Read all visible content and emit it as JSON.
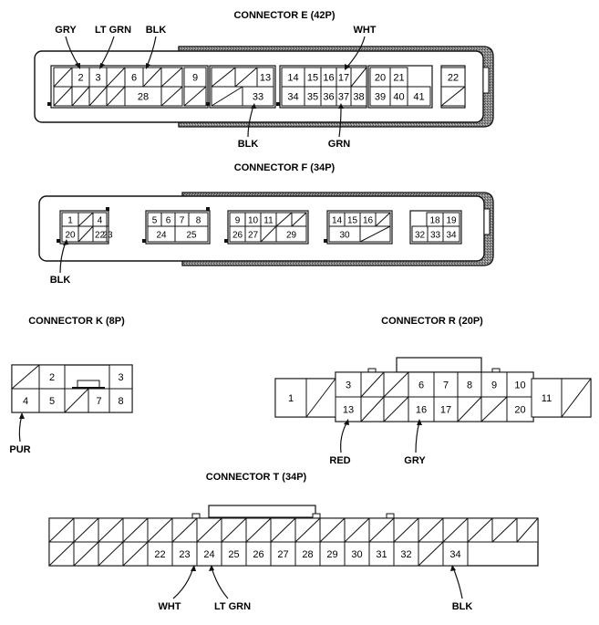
{
  "connectors": [
    {
      "id": "E",
      "title": "CONNECTOR E (42P)",
      "labels": [
        "GRY",
        "LT GRN",
        "BLK",
        "WHT",
        "BLK",
        "GRN"
      ],
      "cells": [
        "",
        "2",
        "3",
        "",
        "6",
        "",
        "",
        "9",
        "",
        "",
        "13",
        "14",
        "15",
        "16",
        "17",
        "",
        "20",
        "21",
        "22",
        "",
        "",
        "",
        "",
        "28",
        "",
        "",
        "",
        "33",
        "34",
        "35",
        "36",
        "37",
        "38",
        "39",
        "40",
        "41",
        ""
      ]
    },
    {
      "id": "F",
      "title": "CONNECTOR F (34P)",
      "labels": [
        "BLK"
      ],
      "cells": [
        "1",
        "",
        "4",
        "20",
        "",
        "22",
        "23",
        "5",
        "6",
        "7",
        "8",
        "24",
        "25",
        "9",
        "10",
        "11",
        "",
        "",
        "26",
        "27",
        "",
        "29",
        "14",
        "15",
        "16",
        "",
        "30",
        "",
        "18",
        "19",
        "32",
        "33",
        "34"
      ]
    },
    {
      "id": "K",
      "title": "CONNECTOR K (8P)",
      "labels": [
        "PUR"
      ],
      "cells": [
        "",
        "2",
        "3",
        "4",
        "5",
        "",
        "7",
        "8"
      ]
    },
    {
      "id": "R",
      "title": "CONNECTOR R (20P)",
      "labels": [
        "RED",
        "GRY"
      ],
      "cells": [
        "1",
        "",
        "3",
        "",
        "",
        "6",
        "7",
        "8",
        "9",
        "10",
        "13",
        "",
        "",
        "16",
        "17",
        "",
        "",
        "20",
        "11",
        ""
      ]
    },
    {
      "id": "T",
      "title": "CONNECTOR T (34P)",
      "labels": [
        "WHT",
        "LT GRN",
        "BLK"
      ],
      "cells": [
        "",
        "",
        "",
        "",
        "",
        "",
        "",
        "",
        "",
        "",
        "",
        "",
        "",
        "",
        "",
        "",
        "",
        "",
        "",
        "",
        "22",
        "23",
        "24",
        "25",
        "26",
        "27",
        "28",
        "29",
        "30",
        "31",
        "32",
        "",
        "34"
      ]
    }
  ]
}
